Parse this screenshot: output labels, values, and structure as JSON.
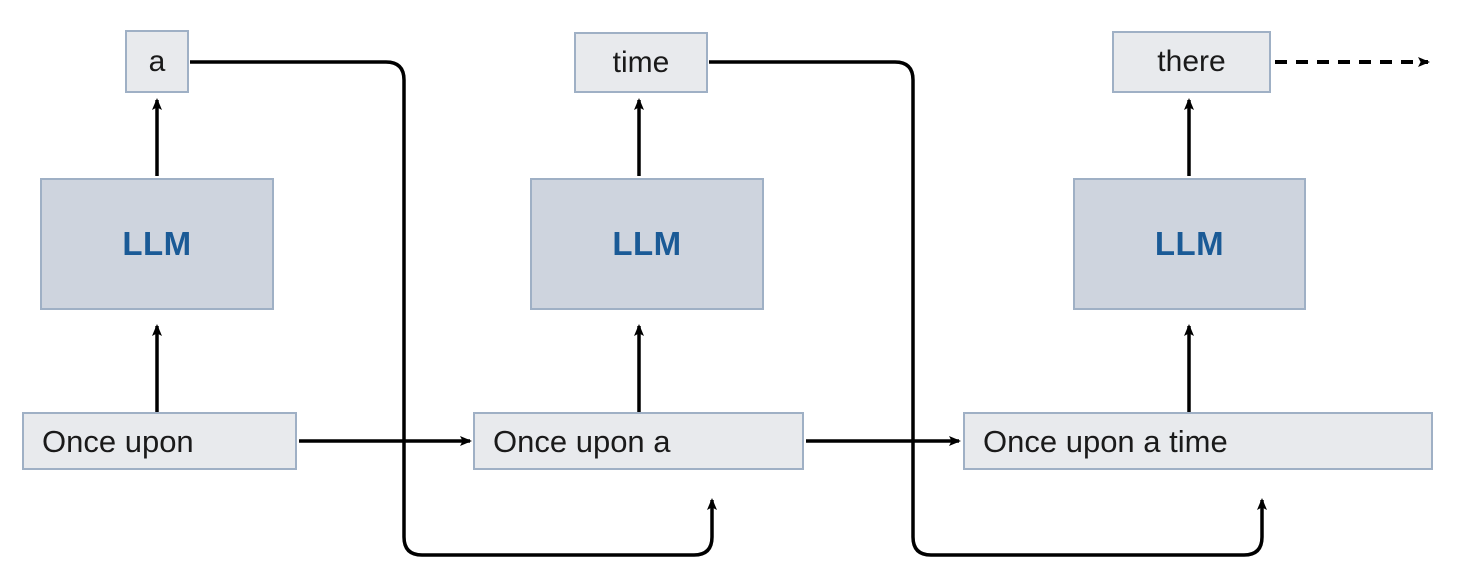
{
  "diagram": {
    "title": "Autoregressive LLM token generation loop",
    "type": "flow-diagram",
    "colors": {
      "background": "#ffffff",
      "token_box_fill": "#e8eaed",
      "box_border": "#9fb0c5",
      "llm_box_fill": "#ced4de",
      "llm_label_color": "#1a5a96",
      "arrow_color": "#000000",
      "text_color": "#1a1a1a"
    },
    "stages": [
      {
        "index": 0,
        "prompt_label": "Once upon",
        "model_label": "LLM",
        "output_token": "a"
      },
      {
        "index": 1,
        "prompt_label": "Once upon a",
        "model_label": "LLM",
        "output_token": "time"
      },
      {
        "index": 2,
        "prompt_label": "Once upon a time",
        "model_label": "LLM",
        "output_token": "there"
      }
    ],
    "connectors": {
      "prompt_to_model": "arrow-up",
      "model_to_token": "arrow-up",
      "prompt_to_next_prompt": "arrow-right",
      "token_feedback": "rounded-elbow-arrow-up",
      "continuation": "dashed-arrow-right"
    }
  }
}
